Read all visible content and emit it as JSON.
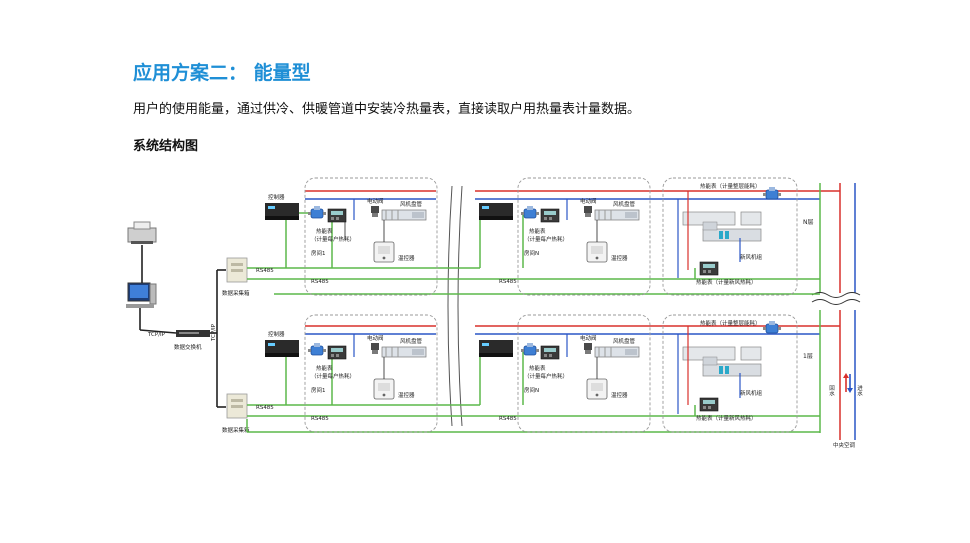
{
  "page": {
    "title": "应用方案二： 能量型",
    "description": "用户的使用能量，通过供冷、供暖管道中安装冷热量表，直接读取户用热量表计量数据。",
    "subtitle": "系统结构图"
  },
  "diagram": {
    "tcpip_label": "TCP/IP",
    "tcpip_vertical_label": "TCP/IP",
    "switch_label": "数据交换机",
    "collector_label": "数据采集箱",
    "rs485_label": "RS485",
    "controller_label": "控制器",
    "valve_label": "电动阀",
    "coil_label": "风机盘管",
    "meter_label": "热能表",
    "meter_sub_label": "（计量每户热耗）",
    "thermostat_label": "温控器",
    "room1_label": "房间1",
    "roomN_label": "房间N",
    "floor_meter_label": "热能表（计量整层能耗）",
    "fresh_air_unit_label": "新风机组",
    "fresh_air_meter_label": "热能表（计量新风热耗）",
    "floor_n_label": "N层",
    "floor_1_label": "1层",
    "return_water_label": "回水",
    "supply_water_label": "进水",
    "central_ac_label": "中央空调",
    "colors": {
      "supply": "#2a56c6",
      "return": "#d9302c",
      "signal": "#5cb84a",
      "wire": "#222222",
      "accent": "#1f8fd6"
    }
  }
}
